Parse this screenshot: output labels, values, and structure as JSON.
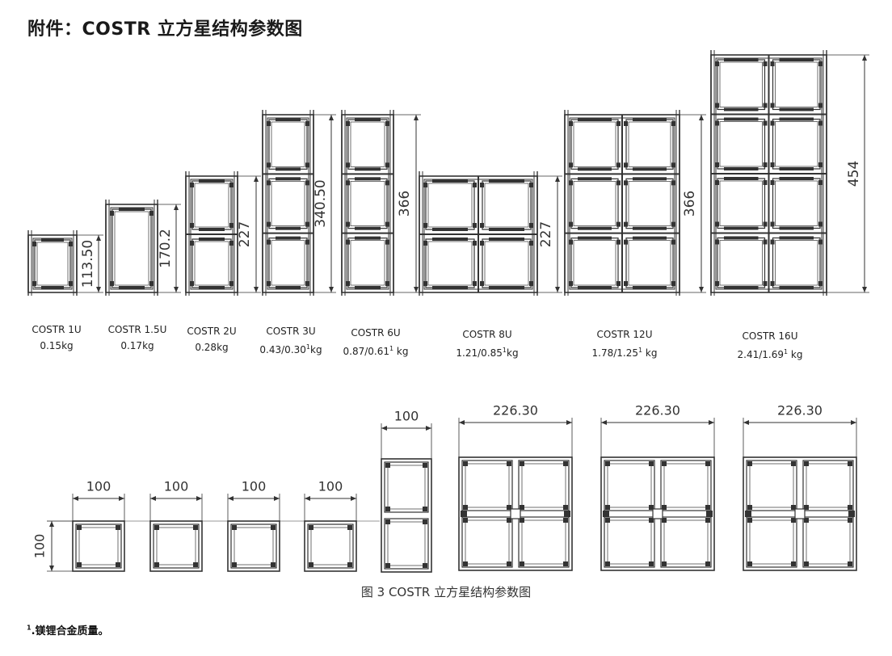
{
  "page": {
    "title": "附件：COSTR 立方星结构参数图"
  },
  "units": [
    {
      "name": "COSTR 1U",
      "weight": "0.15kg",
      "weight_sup": "",
      "weight_tail": "",
      "height_dim": "113.50"
    },
    {
      "name": "COSTR 1.5U",
      "weight": "0.17kg",
      "weight_sup": "",
      "weight_tail": "",
      "height_dim": "170.2"
    },
    {
      "name": "COSTR 2U",
      "weight": "0.28kg",
      "weight_sup": "",
      "weight_tail": "",
      "height_dim": "227"
    },
    {
      "name": "COSTR 3U",
      "weight": "0.43/0.30",
      "weight_sup": "1",
      "weight_tail": "kg",
      "height_dim": "340.50"
    },
    {
      "name": "COSTR 6U",
      "weight": "0.87/0.61",
      "weight_sup": "1",
      "weight_tail": " kg",
      "height_dim": "366"
    },
    {
      "name": "COSTR 8U",
      "weight": "1.21/0.85",
      "weight_sup": "1",
      "weight_tail": "kg",
      "height_dim": "227"
    },
    {
      "name": "COSTR 12U",
      "weight": "1.78/1.25",
      "weight_sup": "1",
      "weight_tail": " kg",
      "height_dim": "366"
    },
    {
      "name": "COSTR 16U",
      "weight": "2.41/1.69",
      "weight_sup": "1",
      "weight_tail": " kg",
      "height_dim": "454"
    }
  ],
  "top_views": [
    {
      "width_dim": "100"
    },
    {
      "width_dim": "100"
    },
    {
      "width_dim": "100"
    },
    {
      "width_dim": "100"
    },
    {
      "width_dim": "100"
    },
    {
      "width_dim": "226.30"
    },
    {
      "width_dim": "226.30"
    },
    {
      "width_dim": "226.30"
    }
  ],
  "top_views_height_dim": "100",
  "caption": "图 3 COSTR 立方星结构参数图",
  "footnote": {
    "sup": "1",
    "text": ".镁锂合金质量。"
  },
  "colors": {
    "line": "#333333",
    "frame_fill": "#ffffff"
  }
}
